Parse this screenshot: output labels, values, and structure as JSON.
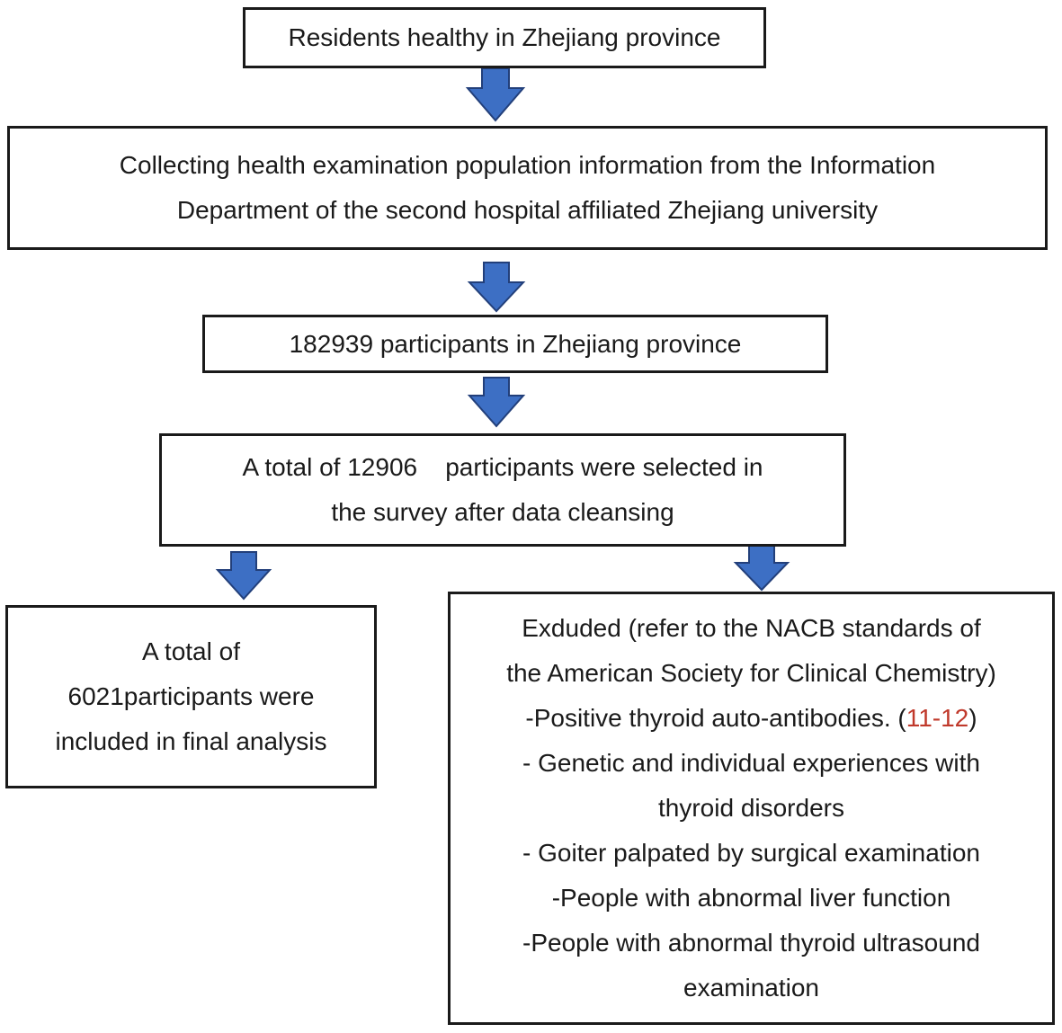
{
  "boxes": {
    "residents": "Residents healthy in Zhejiang province",
    "collecting": {
      "line1": "Collecting health examination population information from the Information",
      "line2": "Department of the second hospital affiliated Zhejiang university"
    },
    "participants": "182939 participants in Zhejiang province",
    "selected": {
      "line1": "A total of 12906    participants were selected in",
      "line2": "the survey after data cleansing"
    },
    "included": {
      "line1": "A total of",
      "line2": "6021participants were",
      "line3": "included in final analysis"
    },
    "excluded": {
      "line1": "Exduded (refer to the NACB standards of",
      "line2": "the American Society for Clinical Chemistry)",
      "item1_text": "-Positive thyroid auto-antibodies. (",
      "item1_ref": "11-12",
      "item1_end": ")",
      "item2a": "- Genetic and individual experiences with",
      "item2b": "thyroid disorders",
      "item3": "- Goiter palpated by surgical examination",
      "item4": "-People with abnormal liver function",
      "item5a": "-People with abnormal thyroid ultrasound",
      "item5b": "examination"
    }
  },
  "colors": {
    "arrow_fill": "#3d6fc4",
    "arrow_stroke": "#223f7a",
    "border": "#1a1a1a",
    "reference": "#c0392b"
  }
}
